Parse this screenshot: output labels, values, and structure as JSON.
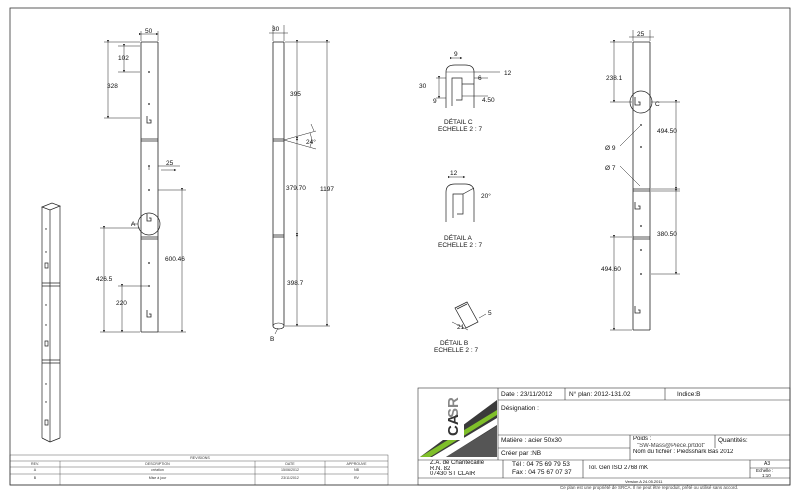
{
  "dims": {
    "w50": "50",
    "d102": "102",
    "d328": "328",
    "d25a": "25",
    "d426": "426.5",
    "d220": "220",
    "d600": "600.46",
    "w30": "30",
    "d395": "395",
    "d24": "24°",
    "d379": "379.70",
    "d1197": "1197",
    "d398": "398.7",
    "w25": "25",
    "d238": "238.1",
    "d494a": "494.50",
    "phi9": "Ø 9",
    "phi7": "Ø 7",
    "d380": "380.50",
    "d494b": "494.60",
    "detC_9": "9",
    "detC_30": "30",
    "detC_6": "6",
    "detC_12": "12",
    "detC_9b": "9",
    "detC_450": "4.50",
    "detA_12": "12",
    "detA_20": "20°",
    "detB_5": "5",
    "detB_21": "21"
  },
  "labels": {
    "A": "A",
    "B": "B",
    "C": "C",
    "detailC_1": "DÉTAIL C",
    "detailC_2": "ECHELLE 2 : 7",
    "detailA_1": "DÉTAIL A",
    "detailA_2": "ECHELLE 2 : 7",
    "detailB_1": "DÉTAIL B",
    "detailB_2": "ECHELLE 2 : 7"
  },
  "revisions": {
    "title": "REVISIONS",
    "headers": [
      "REV.",
      "DESCRIPTION",
      "DATE",
      "APPROUVE"
    ],
    "rows": [
      [
        "A",
        "création",
        "15/06/2012",
        "NB"
      ],
      [
        "B",
        "Mise à jour",
        "23/11/2012",
        "RV"
      ]
    ]
  },
  "titleblock": {
    "date": "Date : 23/11/2012",
    "plan_no": "N° plan: 2012-131.02",
    "indice": "Indice:B",
    "designation": "Désignation :",
    "matiere": "Matière : acier 50x30",
    "creer": "Créer par :NB",
    "poids": "Poids :",
    "fichier": "Nom du fichier : Piedsshark Bas 2012",
    "fichier_overlay": "\"SW-Mass@Pièce.prtdot\"",
    "quantites": "Quantités:",
    "tol": "Tol. Gen ISO 2768 mK",
    "addr1": "Z.A. de Chantecaille",
    "addr2": "R.N. 82",
    "addr3": "07430 ST CLAIR",
    "tel": "Tél : 04 75 69 79 53",
    "fax": "Fax : 04 75 67 07 37",
    "format": "A3",
    "echelle": "Echelle :",
    "echelle_val": "1:10",
    "version": "Version A 24.05.2011",
    "footer": "Ce plan est une propriété de SRCA. Il ne peut être reproduit, prêté ou utilisé sans accord."
  },
  "logo": {
    "l1": "SR",
    "l2": "CA"
  }
}
